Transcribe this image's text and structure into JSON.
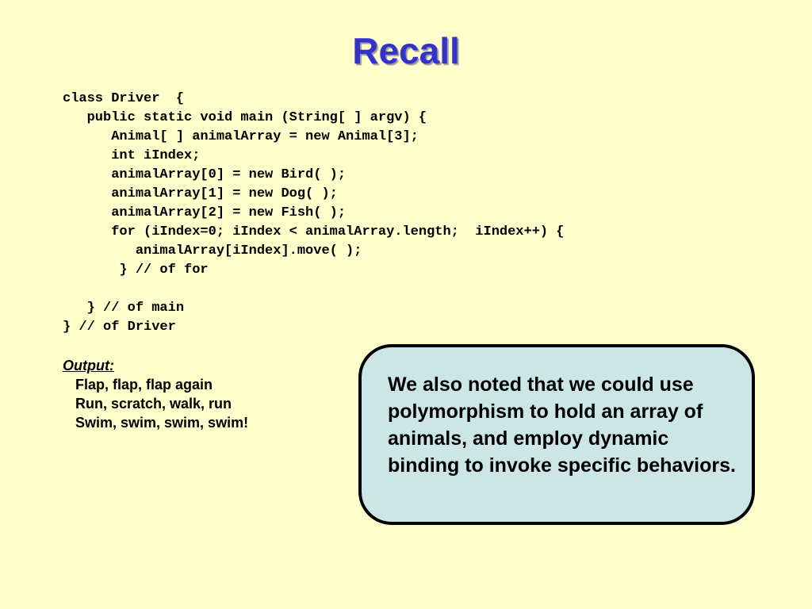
{
  "slide": {
    "title": "Recall",
    "code_lines": [
      "class Driver  {",
      "   public static void main (String[ ] argv) {",
      "      Animal[ ] animalArray = new Animal[3];",
      "      int iIndex;",
      "      animalArray[0] = new Bird( );",
      "      animalArray[1] = new Dog( );",
      "      animalArray[2] = new Fish( );",
      "      for (iIndex=0; iIndex < animalArray.length;  iIndex++) {",
      "         animalArray[iIndex].move( );",
      "       } // of for",
      "",
      "   } // of main",
      "} // of Driver"
    ],
    "output": {
      "label": "Output:",
      "lines": [
        "Flap, flap, flap again",
        "Run, scratch, walk, run",
        "Swim, swim, swim, swim!"
      ]
    },
    "callout_text": "We also noted that we could use polymorphism to hold an array of animals, and employ dynamic binding to invoke specific behaviors.",
    "colors": {
      "background": "#FFFFCC",
      "title": "#3333CC",
      "callout_fill": "#CCE6E6"
    }
  }
}
